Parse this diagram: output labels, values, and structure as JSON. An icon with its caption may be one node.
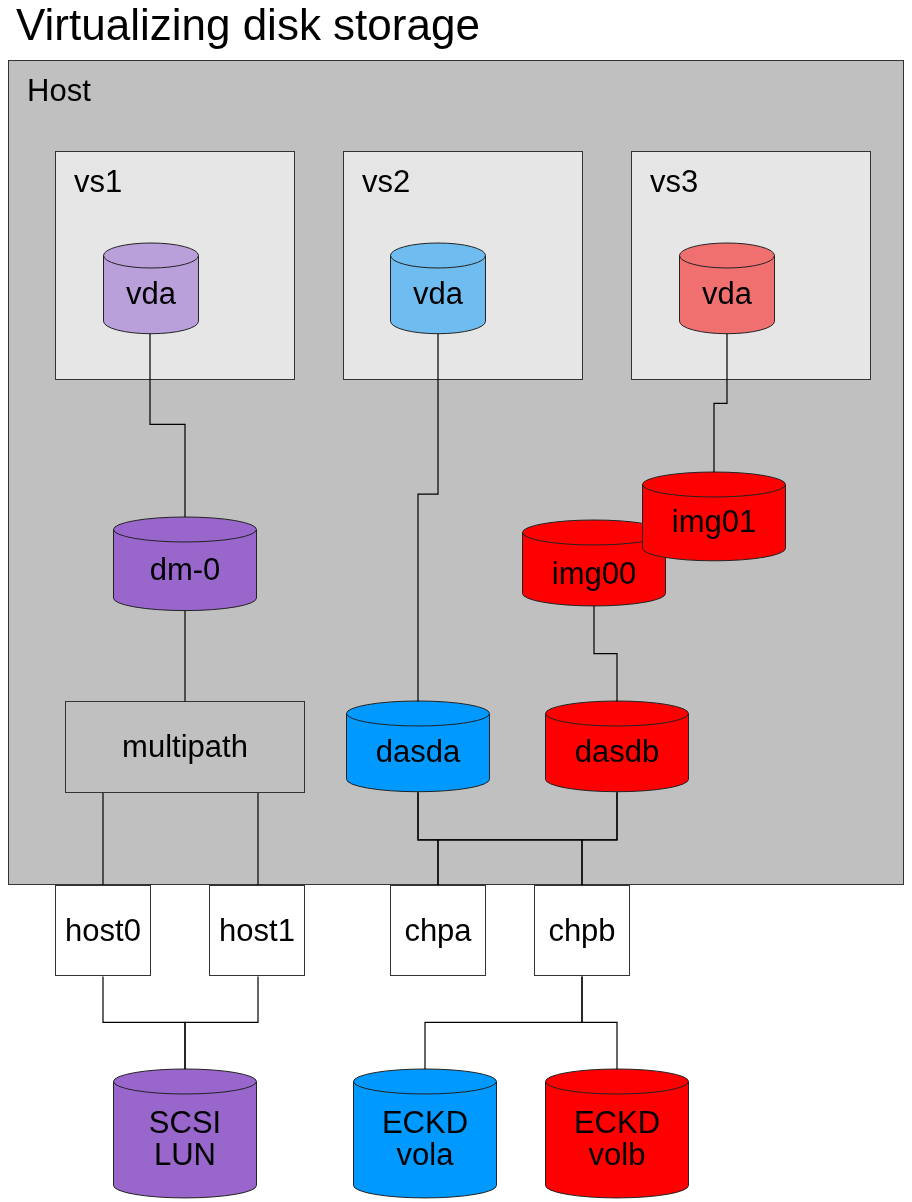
{
  "diagram": {
    "title": "Virtualizing disk storage",
    "nodes": [
      {
        "text": [
          "Host"
        ]
      },
      {
        "text": [
          "vs1"
        ],
        "in": 0
      },
      {
        "text": [
          "vda"
        ],
        "in": 1
      },
      {
        "text": [
          "vs2"
        ],
        "in": 0
      },
      {
        "text": [
          "vda"
        ],
        "in": 3
      },
      {
        "text": [
          "vs3"
        ],
        "in": 0
      },
      {
        "text": [
          "vda"
        ],
        "in": 5
      },
      {
        "text": [
          "dm-0"
        ],
        "in": 0
      },
      {
        "text": [
          "img00"
        ],
        "in": 0
      },
      {
        "text": [
          "img01"
        ],
        "in": 0
      },
      {
        "text": [
          "multipath"
        ],
        "in": 0
      },
      {
        "text": [
          "dasda"
        ],
        "in": 0
      },
      {
        "text": [
          "dasdb"
        ],
        "in": 0
      },
      {
        "text": [
          "host0"
        ]
      },
      {
        "text": [
          "host1"
        ]
      },
      {
        "text": [
          "chpa"
        ]
      },
      {
        "text": [
          "chpb"
        ]
      },
      {
        "text": [
          "SCSI LUN"
        ]
      },
      {
        "text": [
          "ECKD vola"
        ]
      },
      {
        "text": [
          "ECKD volb"
        ]
      }
    ],
    "edges": [
      {
        "from": 2,
        "to": 7,
        "arrow": "none"
      },
      {
        "from": 4,
        "to": 11,
        "arrow": "none"
      },
      {
        "from": 6,
        "to": 9,
        "arrow": "none"
      },
      {
        "from": 7,
        "to": 10,
        "arrow": "none"
      },
      {
        "from": 8,
        "to": 12,
        "arrow": "none"
      },
      {
        "from": 10,
        "to": 13,
        "arrow": "none"
      },
      {
        "from": 10,
        "to": 14,
        "arrow": "none"
      },
      {
        "from": 11,
        "to": 15,
        "arrow": "none"
      },
      {
        "from": 11,
        "to": 16,
        "arrow": "none"
      },
      {
        "from": 12,
        "to": 15,
        "arrow": "none"
      },
      {
        "from": 12,
        "to": 16,
        "arrow": "none"
      },
      {
        "from": 13,
        "to": 17,
        "arrow": "none"
      },
      {
        "from": 14,
        "to": 17,
        "arrow": "none"
      },
      {
        "from": 16,
        "to": 18,
        "arrow": "none"
      },
      {
        "from": 16,
        "to": 19,
        "arrow": "none"
      }
    ]
  }
}
